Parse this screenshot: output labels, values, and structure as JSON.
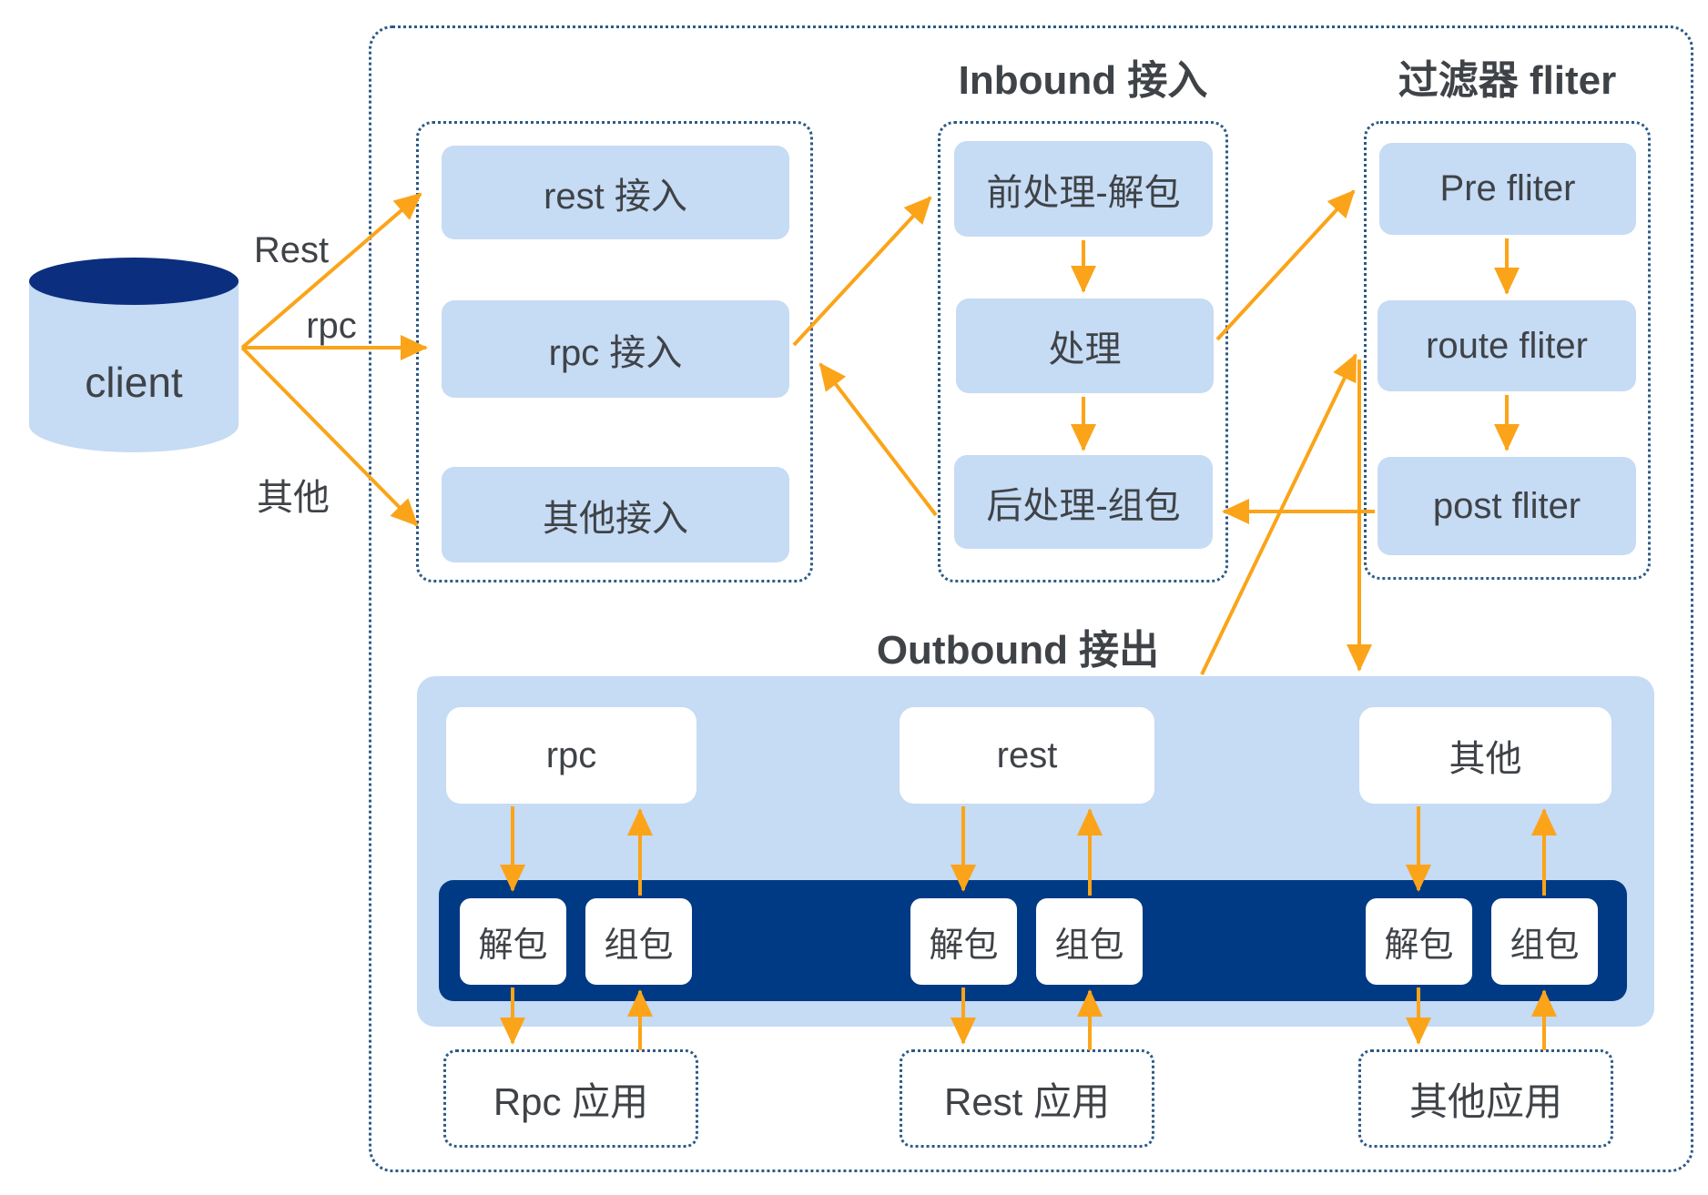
{
  "colors": {
    "accent_orange": "#FBA419",
    "box_blue": "#C6DBF4",
    "navy_bar": "#003A85",
    "cylinder_top": "#0C2E7E",
    "dashed_border": "#2D5A87",
    "text_dark": "#3F4347"
  },
  "client": {
    "label": "client"
  },
  "client_edges": {
    "rest": "Rest",
    "rpc": "rpc",
    "other": "其他"
  },
  "access": {
    "items": [
      {
        "label": "rest 接入"
      },
      {
        "label": "rpc 接入"
      },
      {
        "label": "其他接入"
      }
    ]
  },
  "inbound": {
    "title": "Inbound 接入",
    "steps": [
      {
        "label": "前处理-解包"
      },
      {
        "label": "处理"
      },
      {
        "label": "后处理-组包"
      }
    ]
  },
  "filters": {
    "title": "过滤器 fliter",
    "steps": [
      {
        "label": "Pre fliter"
      },
      {
        "label": "route fliter"
      },
      {
        "label": "post fliter"
      }
    ]
  },
  "outbound": {
    "title": "Outbound 接出",
    "groups": [
      {
        "protocol": "rpc",
        "unpack": "解包",
        "pack": "组包",
        "app": "Rpc 应用"
      },
      {
        "protocol": "rest",
        "unpack": "解包",
        "pack": "组包",
        "app": "Rest 应用"
      },
      {
        "protocol": "其他",
        "unpack": "解包",
        "pack": "组包",
        "app": "其他应用"
      }
    ]
  }
}
